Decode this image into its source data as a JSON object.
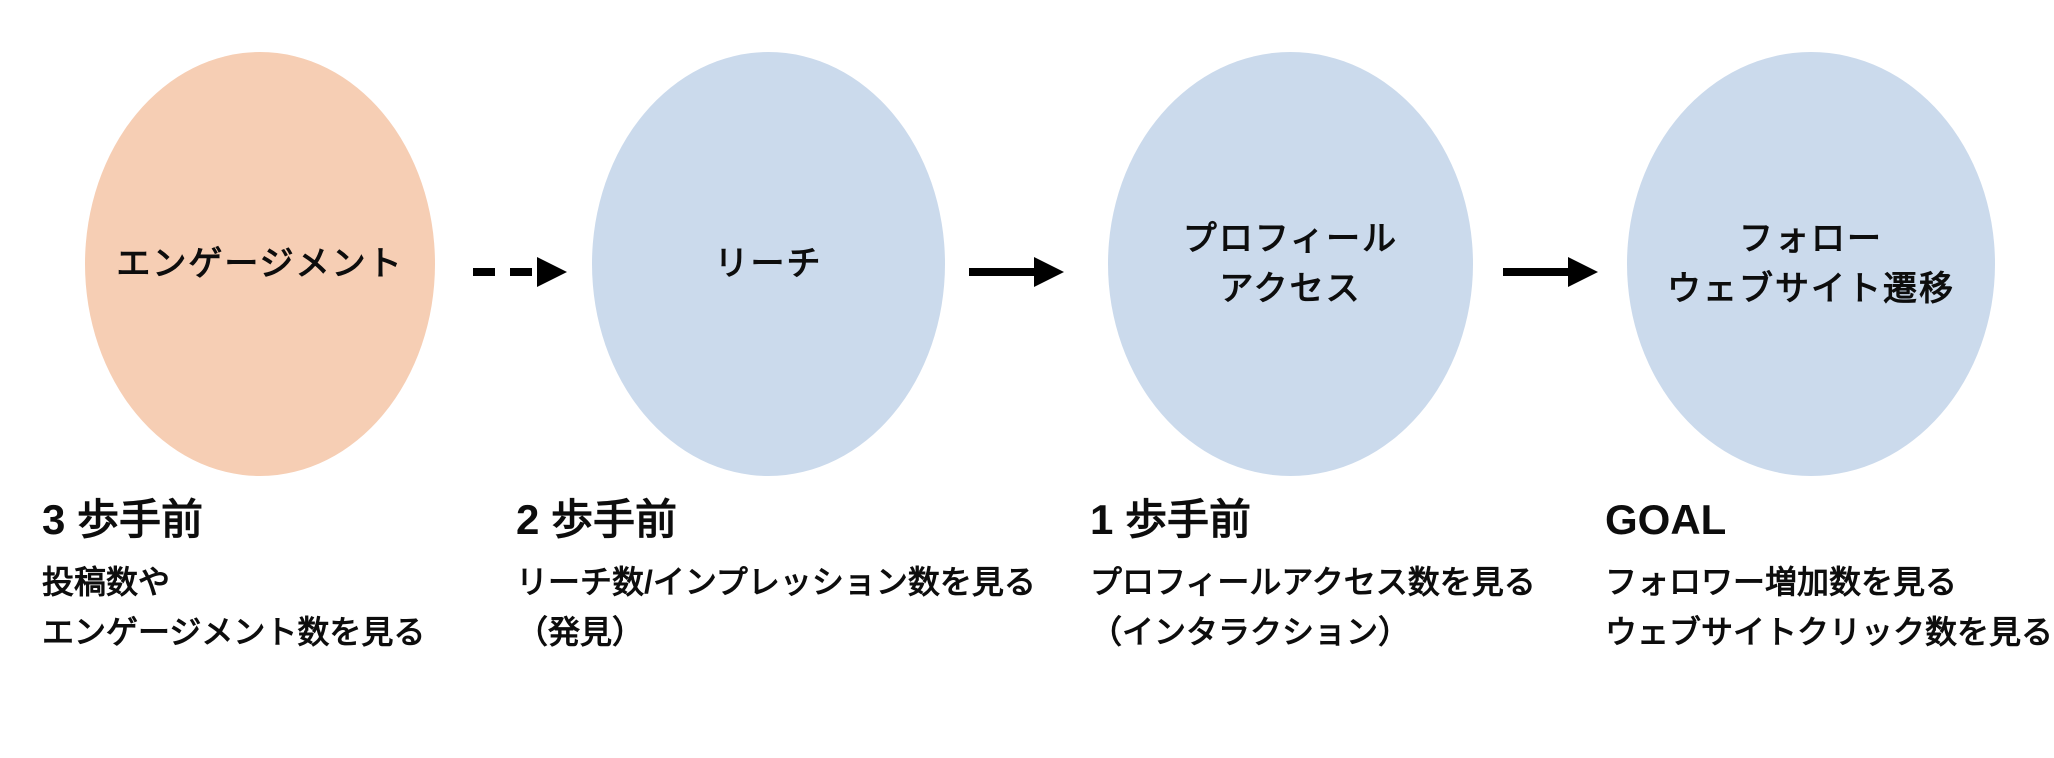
{
  "diagram": {
    "title_hint": "instagram-funnel-steps",
    "colors": {
      "background": "#ffffff",
      "highlight_ellipse": "#F6CEB4",
      "normal_ellipse": "#CBDAEC",
      "arrow": "#000000",
      "text": "#0d0d0d"
    },
    "stages": [
      {
        "ellipse_lines": [
          "エンゲージメント",
          ""
        ],
        "step_title": "3 歩手前",
        "notes": [
          "投稿数や",
          "エンゲージメント数を見る"
        ],
        "highlighted": true
      },
      {
        "ellipse_lines": [
          "リーチ",
          ""
        ],
        "step_title": "2 歩手前",
        "notes": [
          "リーチ数/インプレッション数を見る",
          "（発見）"
        ],
        "highlighted": false
      },
      {
        "ellipse_lines": [
          "プロフィール",
          "アクセス"
        ],
        "step_title": "1 歩手前",
        "notes": [
          "プロフィールアクセス数を見る",
          "（インタラクション）"
        ],
        "highlighted": false
      },
      {
        "ellipse_lines": [
          "フォロー",
          "ウェブサイト遷移"
        ],
        "step_title": "GOAL",
        "notes": [
          "フォロワー増加数を見る",
          "ウェブサイトクリック数を見る"
        ],
        "highlighted": false
      }
    ],
    "connectors": [
      {
        "from": "エンゲージメント",
        "to": "リーチ",
        "style": "dashed"
      },
      {
        "from": "リーチ",
        "to": "プロフィールアクセス",
        "style": "solid"
      },
      {
        "from": "プロフィールアクセス",
        "to": "フォロー/ウェブサイト遷移",
        "style": "solid"
      }
    ]
  }
}
